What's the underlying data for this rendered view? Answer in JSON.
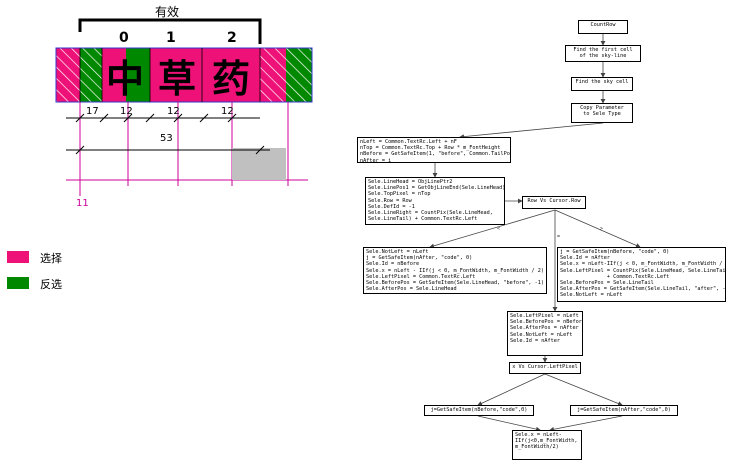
{
  "left_diagram": {
    "title": "有效",
    "indices": [
      "0",
      "1",
      "2"
    ],
    "characters": [
      "中",
      "草",
      "药"
    ],
    "widths": [
      "17",
      "12",
      "12",
      "12"
    ],
    "total_width": "53",
    "origin": "11",
    "colors": {
      "select": "#ee1177",
      "inverse": "#008800",
      "outline": "#3333cc",
      "guide": "#cc0099",
      "gray": "#c0c0c0"
    }
  },
  "legend": [
    {
      "color": "#ee1177",
      "label": "选择"
    },
    {
      "color": "#008800",
      "label": "反选"
    }
  ],
  "flowchart": {
    "nodes": {
      "count_row": "CountRow",
      "find_first": "Find the first cell\nof the sky-line",
      "find_sky": "Find the sky cell",
      "copy_param": "Copy Parameter\nto Sele Type",
      "init_left": "nLeft = Common.TextRc.Left + nF\nnTop = Common.TextRc.Top + Row * m_FontHeight\nnBefore = GetSafeItem(1, \"before\", Common.TailPos)\nnAfter = i",
      "sele_setup": "Sele.LineHead = ObjLinePtr2\nSele.LinePos1 = GetObjLineEnd(Sele.LineHead)\nSele.TopPixel = nTop\nSele.Row = Row\nSele.DefId = -1\nSele.LineRight = CountPix(Sele.LineHead,\nSele.LineTail) + Common.TextRc.Left",
      "row_vs_cursor": "Row Vs Cursor.Row",
      "branch_left": "Sele.NotLeft = nLeft\nj = GetSafeItem(nAfter, \"code\", 0)\nSele.Id = nBefore\nSele.x = nLeft - IIf(j < 0, m_FontWidth, m_FontWidth / 2)\nSele.LeftPixel = Common.TextRc.Left\nSele.BeforePos = GetSafeItem(Sele.LineHead, \"before\", -1)\nSele.AfterPos = Sele.LineHead",
      "branch_right": "j = GetSafeItem(nBefore, \"code\", 0)\nSele.Id = nAfter\nSele.x = nLeft-IIf(j < 0, m_FontWidth, m_FontWidth / 2)\nSele.LeftPixel = CountPix(Sele.LineHead, Sele.LineTail)\n               + Common.TextRc.Left\nSele.BeforePos = Sele.LineTail\nSele.AfterPos = GetSafeItem(Sele.LineTail, \"after\", -1)\nSele.NotLeft = nLeft",
      "branch_mid": "Sele.LeftPixel = nLeft\nSele.BeforePos = nBefore\nSele.AfterPos = nAfter\nSele.NotLeft = nLeft\nSele.Id = nAfter",
      "x_vs_cursor": "x Vs Cursor.LeftPixel",
      "get_before": "j=GetSafeItem(nBefore,\"code\",0)",
      "get_after": "j=GetSafeItem(nAfter,\"code\",0)",
      "final": "Sele.x = nLeft-\nIIf(j<0,m_FontWidth,\nm_FontWidth/2)"
    },
    "edge_labels": {
      "lt": "<",
      "gt": ">",
      "eq": "="
    }
  }
}
